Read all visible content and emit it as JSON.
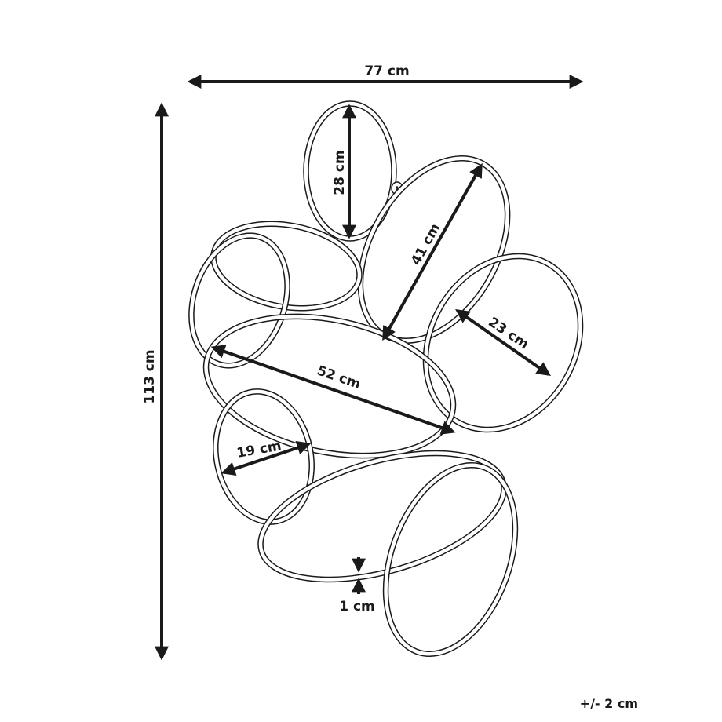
{
  "dimensions": {
    "width": "77 cm",
    "height": "113 cm",
    "oval_top": "28 cm",
    "oval_diagonal": "41 cm",
    "oval_right": "23 cm",
    "oval_center": "52 cm",
    "oval_small": "19 cm",
    "wire_thickness": "1 cm"
  },
  "tolerance": "+/- 2 cm",
  "colors": {
    "ink": "#1a1a1a",
    "background": "#ffffff"
  }
}
